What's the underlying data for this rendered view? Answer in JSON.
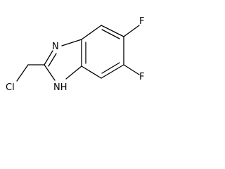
{
  "structure": {
    "atoms": {
      "nitrogen_top": "N",
      "nh_group": "NH",
      "fluorine_upper": "F",
      "fluorine_lower": "F",
      "chlorine": "Cl"
    }
  }
}
